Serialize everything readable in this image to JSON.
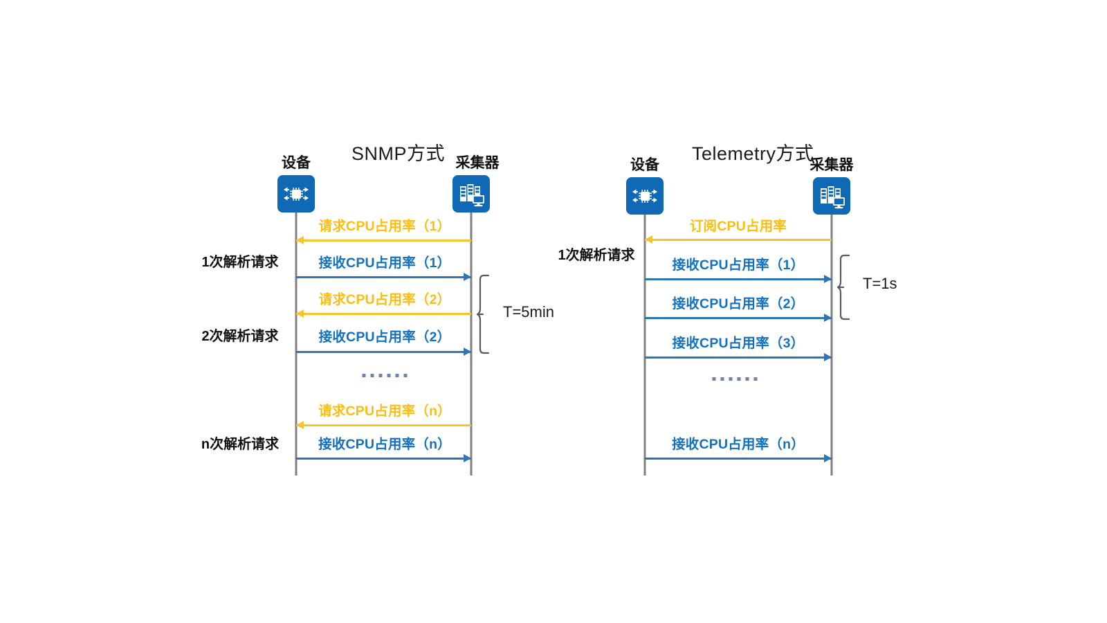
{
  "diagram": {
    "title_semantics": "snmp-vs-telemetry-sequence-comparison",
    "colors": {
      "request_yellow": "#F5C431",
      "response_blue": "#2E75B6",
      "request_text_yellow": "#FBBE10",
      "response_text_blue": "#1270C0",
      "icon_blue": "#1069B4",
      "lifeline_gray": "#808080",
      "text_black": "#111111"
    },
    "panels": [
      {
        "id": "snmp",
        "title": "SNMP方式",
        "actors": {
          "left": {
            "label": "设备",
            "icon": "network-device-icon"
          },
          "right": {
            "label": "采集器",
            "icon": "collector-server-icon"
          }
        },
        "messages": [
          {
            "text": "请求CPU占用率（1）",
            "dir": "left",
            "kind": "request"
          },
          {
            "text": "接收CPU占用率（1）",
            "dir": "right",
            "kind": "response"
          },
          {
            "text": "请求CPU占用率（2）",
            "dir": "left",
            "kind": "request"
          },
          {
            "text": "接收CPU占用率（2）",
            "dir": "right",
            "kind": "response"
          },
          {
            "text": "……",
            "dir": "none",
            "kind": "ellipsis"
          },
          {
            "text": "请求CPU占用率（n）",
            "dir": "left",
            "kind": "request"
          },
          {
            "text": "接收CPU占用率（n）",
            "dir": "right",
            "kind": "response"
          }
        ],
        "side_labels": [
          {
            "text": "1次解析请求"
          },
          {
            "text": "2次解析请求"
          },
          {
            "text": "n次解析请求"
          }
        ],
        "period": {
          "text": "T=5min"
        }
      },
      {
        "id": "telemetry",
        "title": "Telemetry方式",
        "actors": {
          "left": {
            "label": "设备",
            "icon": "network-device-icon"
          },
          "right": {
            "label": "采集器",
            "icon": "collector-server-icon"
          }
        },
        "messages": [
          {
            "text": "订阅CPU占用率",
            "dir": "left",
            "kind": "request"
          },
          {
            "text": "接收CPU占用率（1）",
            "dir": "right",
            "kind": "response"
          },
          {
            "text": "接收CPU占用率（2）",
            "dir": "right",
            "kind": "response"
          },
          {
            "text": "接收CPU占用率（3）",
            "dir": "right",
            "kind": "response"
          },
          {
            "text": "……",
            "dir": "none",
            "kind": "ellipsis"
          },
          {
            "text": "接收CPU占用率（n）",
            "dir": "right",
            "kind": "response"
          }
        ],
        "side_labels": [
          {
            "text": "1次解析请求"
          }
        ],
        "period": {
          "text": "T=1s"
        }
      }
    ]
  }
}
